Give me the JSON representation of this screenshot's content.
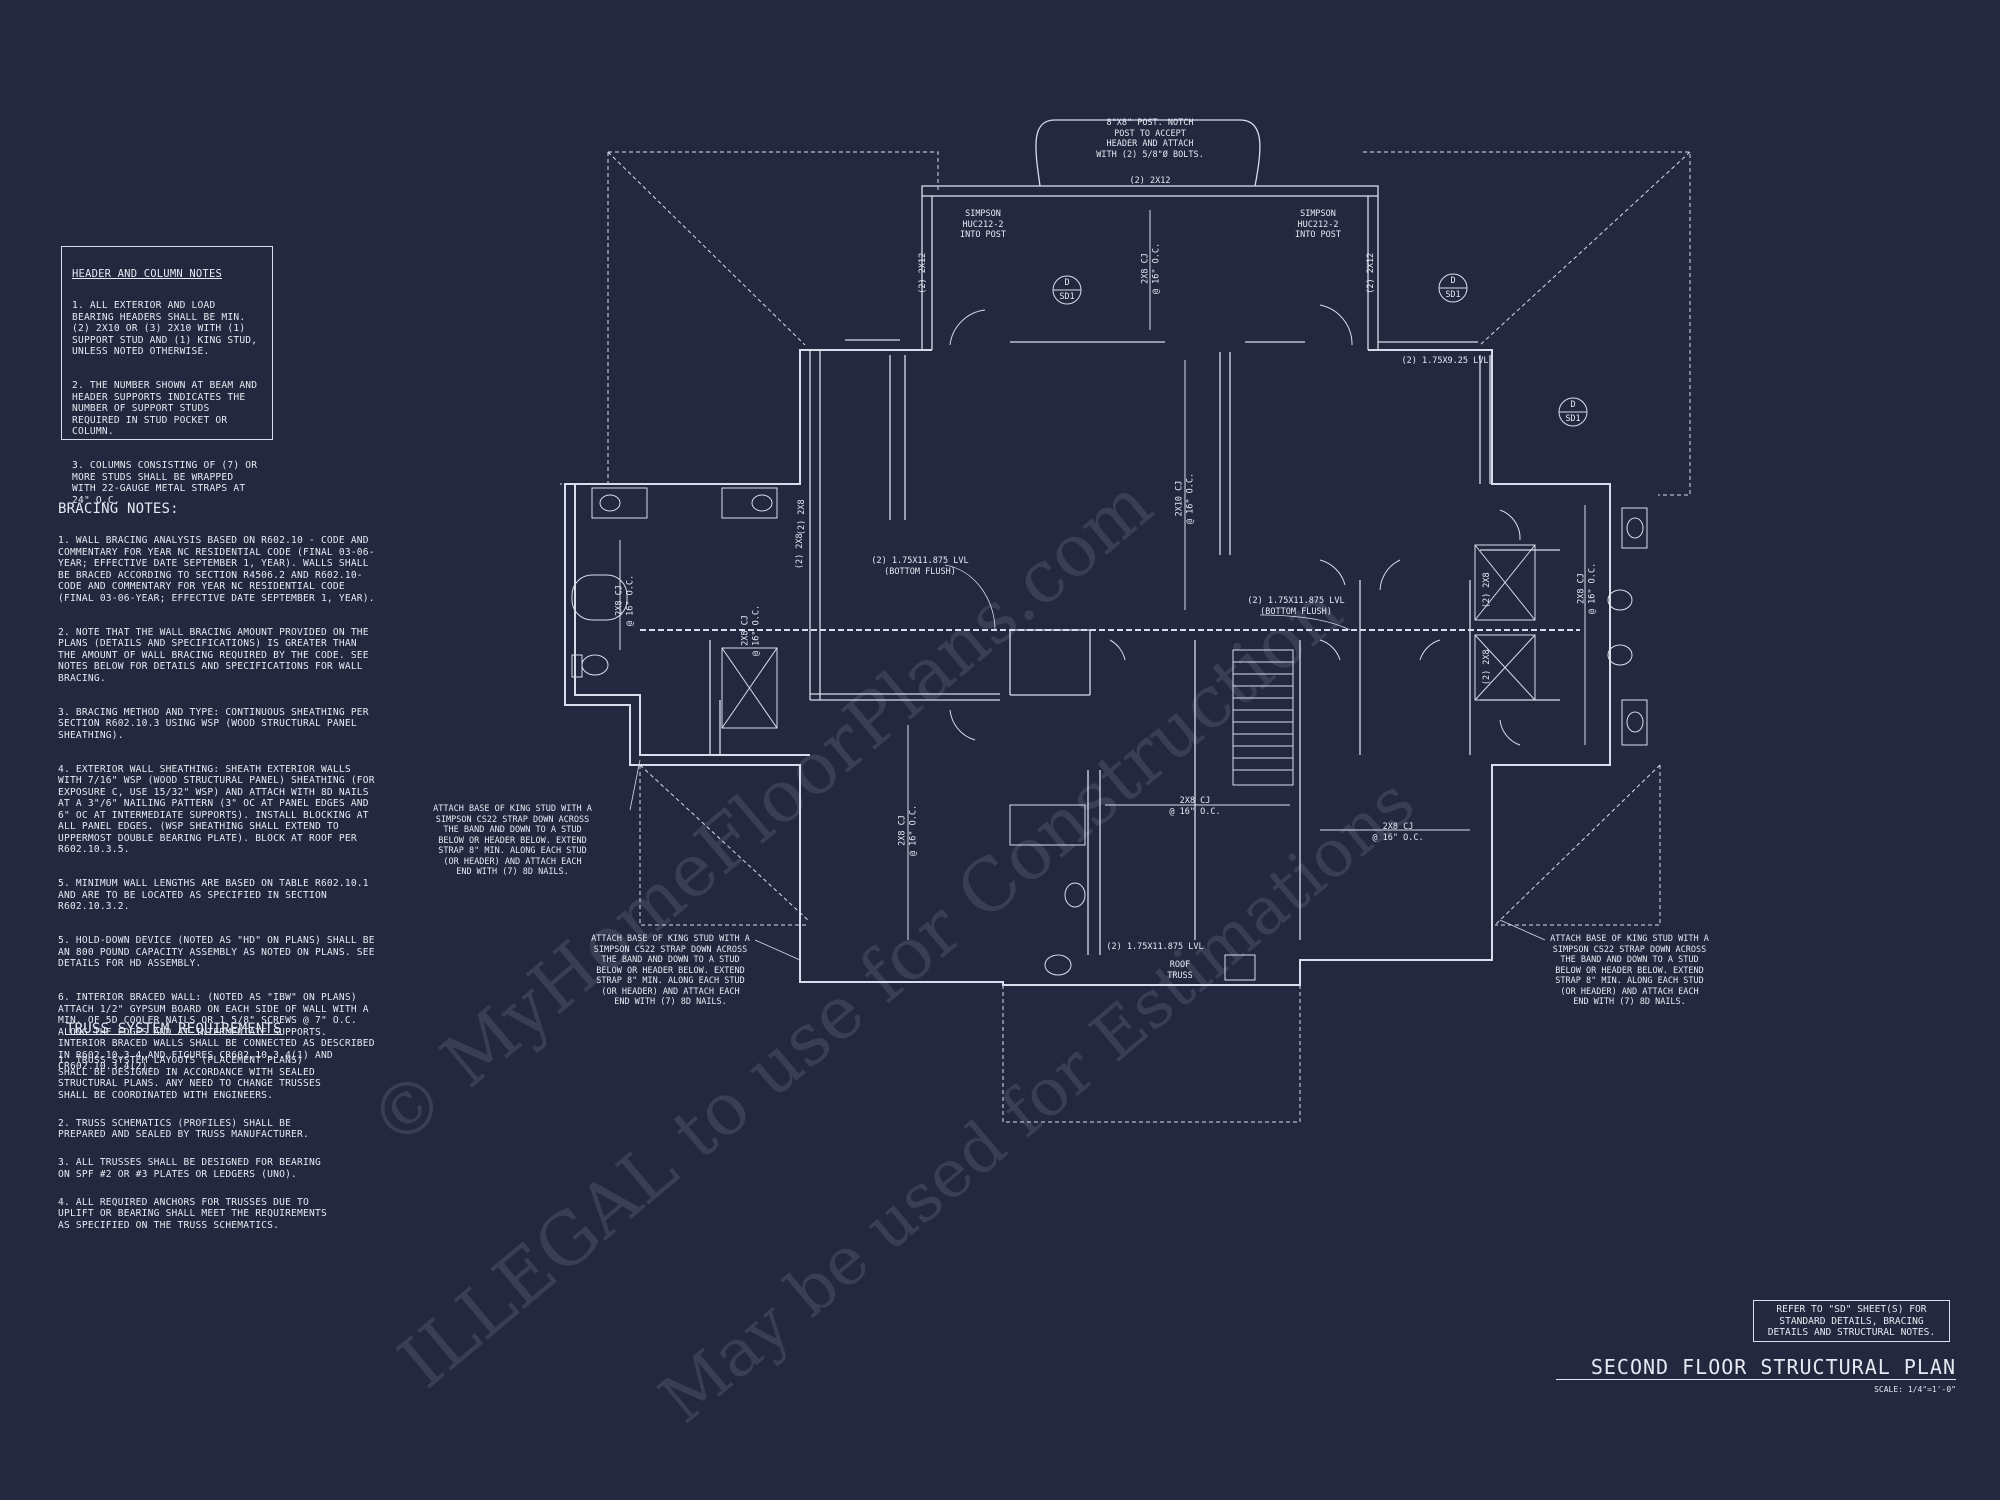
{
  "header_notes": {
    "title": "HEADER AND COLUMN NOTES",
    "items": [
      "1. ALL EXTERIOR AND LOAD BEARING HEADERS SHALL BE MIN. (2) 2x10 OR (3) 2x10 WITH (1) SUPPORT STUD AND (1) KING STUD, UNLESS NOTED OTHERWISE.",
      "2. THE NUMBER SHOWN AT BEAM AND HEADER SUPPORTS INDICATES THE NUMBER OF SUPPORT STUDS REQUIRED IN STUD POCKET OR COLUMN.",
      "3. COLUMNS CONSISTING OF (7) OR MORE STUDS SHALL BE WRAPPED WITH 22-GAUGE METAL STRAPS AT 24\" O.C."
    ]
  },
  "bracing_notes": {
    "title": "BRACING NOTES:",
    "items": [
      "1. WALL BRACING ANALYSIS BASED ON R602.10 - CODE AND COMMENTARY FOR YEAR NC RESIDENTIAL CODE (FINAL 03-06-YEAR; EFFECTIVE DATE SEPTEMBER 1, YEAR). WALLS SHALL BE BRACED ACCORDING TO SECTION R4506.2 AND R602.10- CODE AND COMMENTARY FOR YEAR NC RESIDENTIAL CODE (FINAL 03-06-YEAR; EFFECTIVE DATE SEPTEMBER 1, YEAR).",
      "2. NOTE THAT THE WALL BRACING AMOUNT PROVIDED ON THE PLANS (DETAILS AND SPECIFICATIONS) IS GREATER THAN THE AMOUNT OF WALL BRACING REQUIRED BY THE CODE. SEE NOTES BELOW FOR DETAILS AND SPECIFICATIONS FOR WALL BRACING.",
      "3. BRACING METHOD AND TYPE: CONTINUOUS SHEATHING PER SECTION R602.10.3 USING WSP (WOOD STRUCTURAL PANEL SHEATHING).",
      "4. EXTERIOR WALL SHEATHING: SHEATH EXTERIOR WALLS WITH 7/16\" WSP (WOOD STRUCTURAL PANEL) SHEATHING (FOR EXPOSURE C, USE 15/32\" WSP) AND ATTACH WITH 8d NAILS AT A 3\"/6\" NAILING PATTERN (3\" OC AT PANEL EDGES AND 6\" OC AT INTERMEDIATE SUPPORTS). INSTALL BLOCKING AT ALL PANEL EDGES. (WSP SHEATHING SHALL EXTEND TO UPPERMOST DOUBLE BEARING PLATE). BLOCK AT ROOF PER R602.10.3.5.",
      "5. MINIMUM WALL LENGTHS ARE BASED ON TABLE R602.10.1 AND ARE TO BE LOCATED AS SPECIFIED IN SECTION R602.10.3.2.",
      "5. HOLD-DOWN DEVICE (NOTED AS \"HD\" ON PLANS) SHALL BE AN 800 POUND CAPACITY ASSEMBLY AS NOTED ON PLANS. SEE DETAILS FOR HD ASSEMBLY.",
      "6. INTERIOR BRACED WALL: (NOTED AS \"IBW\" ON PLANS) ATTACH 1/2\" GYPSUM BOARD ON EACH SIDE OF WALL WITH A MIN. OF 5d COOLER NAILS OR 1 5/8\" SCREWS @ 7\" O.C. ALONG THE EDGES AND AT INTERMEDIATE SUPPORTS. INTERIOR BRACED WALLS SHALL BE CONNECTED AS DESCRIBED IN R602.10.3.4 AND FIGURES CR602.10.3.4(1) AND CR602.10.3.4(2)."
    ]
  },
  "truss_notes": {
    "title": "TRUSS SYSTEM REQUIREMENTS",
    "items": [
      "1. TRUSS SYSTEM LAYOUTS (PLACEMENT PLANS) SHALL BE DESIGNED IN ACCORDANCE WITH SEALED STRUCTURAL PLANS. ANY NEED TO CHANGE TRUSSES SHALL BE COORDINATED WITH ENGINEERS.",
      "2. TRUSS SCHEMATICS (PROFILES) SHALL BE PREPARED AND SEALED BY TRUSS MANUFACTURER.",
      "3. ALL TRUSSES SHALL BE DESIGNED FOR BEARING ON SPF #2 OR #3 PLATES OR LEDGERS (UNO).",
      "4. ALL REQUIRED ANCHORS FOR TRUSSES DUE TO UPLIFT OR BEARING SHALL MEET THE REQUIREMENTS AS SPECIFIED ON THE TRUSS SCHEMATICS."
    ]
  },
  "refer_note": "REFER TO \"SD\" SHEET(S) FOR STANDARD DETAILS, BRACING DETAILS AND STRUCTURAL NOTES.",
  "plan_title": "SECOND FLOOR STRUCTURAL PLAN",
  "plan_scale": "SCALE: 1/4\"=1'-0\"",
  "callouts": {
    "post_note": "8\"x8\" POST. NOTCH\nPOST TO ACCEPT\nHEADER AND ATTACH\nWITH (2) 5/8\"Ø BOLTS.",
    "top_header": "(2) 2x12",
    "simpson_left": "SIMPSON\nHUC212-2\nINTO POST",
    "simpson_right": "SIMPSON\nHUC212-2\nINTO POST",
    "side_header_left": "(2) 2x12",
    "side_header_right": "(2) 2x12",
    "lvl_right_top": "(2) 1.75x9.25 LVL",
    "lvl_left_flush": "(2) 1.75x11.875 LVL\n(BOTTOM FLUSH)",
    "lvl_center_flush": "(2) 1.75x11.875 LVL\n(BOTTOM FLUSH)",
    "lvl_bottom": "(2) 1.75x11.875 LVL",
    "roof_truss": "ROOF\nTRUSS",
    "cj_top_center": "2x8 CJ\n@ 16\" O.C.",
    "cj_center": "2x10 CJ\n@ 16\" O.C.",
    "cj_left_bath": "2x8 CJ\n@ 16\" O.C.",
    "cj_left_small": "2x8 CJ\n@ 16\" O.C.",
    "cj_right_bath": "2x8 CJ\n@ 16\" O.C.",
    "cj_left_lower": "2x8 CJ\n@ 16\" O.C.",
    "cj_mid_lower": "2x8 CJ\n@ 16\" O.C.",
    "cj_right_lower": "2x8 CJ\n@ 16\" O.C.",
    "header_2x8_a": "(2) 2x8",
    "header_2x8_b": "(2) 2x8",
    "header_2x8_c": "(2) 2x8",
    "header_2x8_d": "(2) 2x8",
    "strap_note_left": "ATTACH BASE OF KING STUD WITH A\nSIMPSON CS22 STRAP DOWN ACROSS\nTHE BAND AND DOWN TO A STUD\nBELOW OR HEADER BELOW. EXTEND\nSTRAP 8\" MIN. ALONG EACH STUD\n(OR HEADER) AND ATTACH EACH\nEND WITH (7) 8d NAILS.",
    "strap_note_bottom": "ATTACH BASE OF KING STUD WITH A\nSIMPSON CS22 STRAP DOWN ACROSS\nTHE BAND AND DOWN TO A STUD\nBELOW OR HEADER BELOW. EXTEND\nSTRAP 8\" MIN. ALONG EACH STUD\n(OR HEADER) AND ATTACH EACH\nEND WITH (7) 8d NAILS.",
    "strap_note_right": "ATTACH BASE OF KING STUD WITH A\nSIMPSON CS22 STRAP DOWN ACROSS\nTHE BAND AND DOWN TO A STUD\nBELOW OR HEADER BELOW. EXTEND\nSTRAP 8\" MIN. ALONG EACH STUD\n(OR HEADER) AND ATTACH EACH\nEND WITH (7) 8d NAILS.",
    "detail_tag_top": "D",
    "detail_tag_bottom": "SD1"
  },
  "watermarks": [
    "© MyHomeFloorPlans.com",
    "ILLEGAL to use for Construction",
    "May be used for Estimations"
  ],
  "colors": {
    "background": "#23283f",
    "linework": "#d9dcea",
    "watermark": "#d2d7eb"
  }
}
